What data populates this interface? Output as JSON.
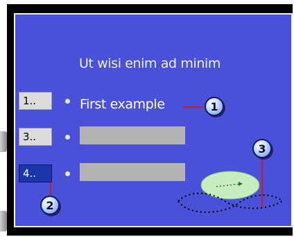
{
  "slide": {
    "title": "Ut wisi enim ad minim",
    "rows": [
      {
        "number": "1..",
        "text": "First example"
      },
      {
        "number": "3..",
        "text": ""
      },
      {
        "number": "4..",
        "text": ""
      }
    ]
  },
  "callouts": [
    "1",
    "2",
    "3"
  ],
  "colors": {
    "slide_background": "#4a50d8",
    "active_number_background": "#1a36a8",
    "placeholder": "#b3b3b3",
    "leader_line": "#c02020",
    "ellipse_fill": "#c8ecc0"
  }
}
